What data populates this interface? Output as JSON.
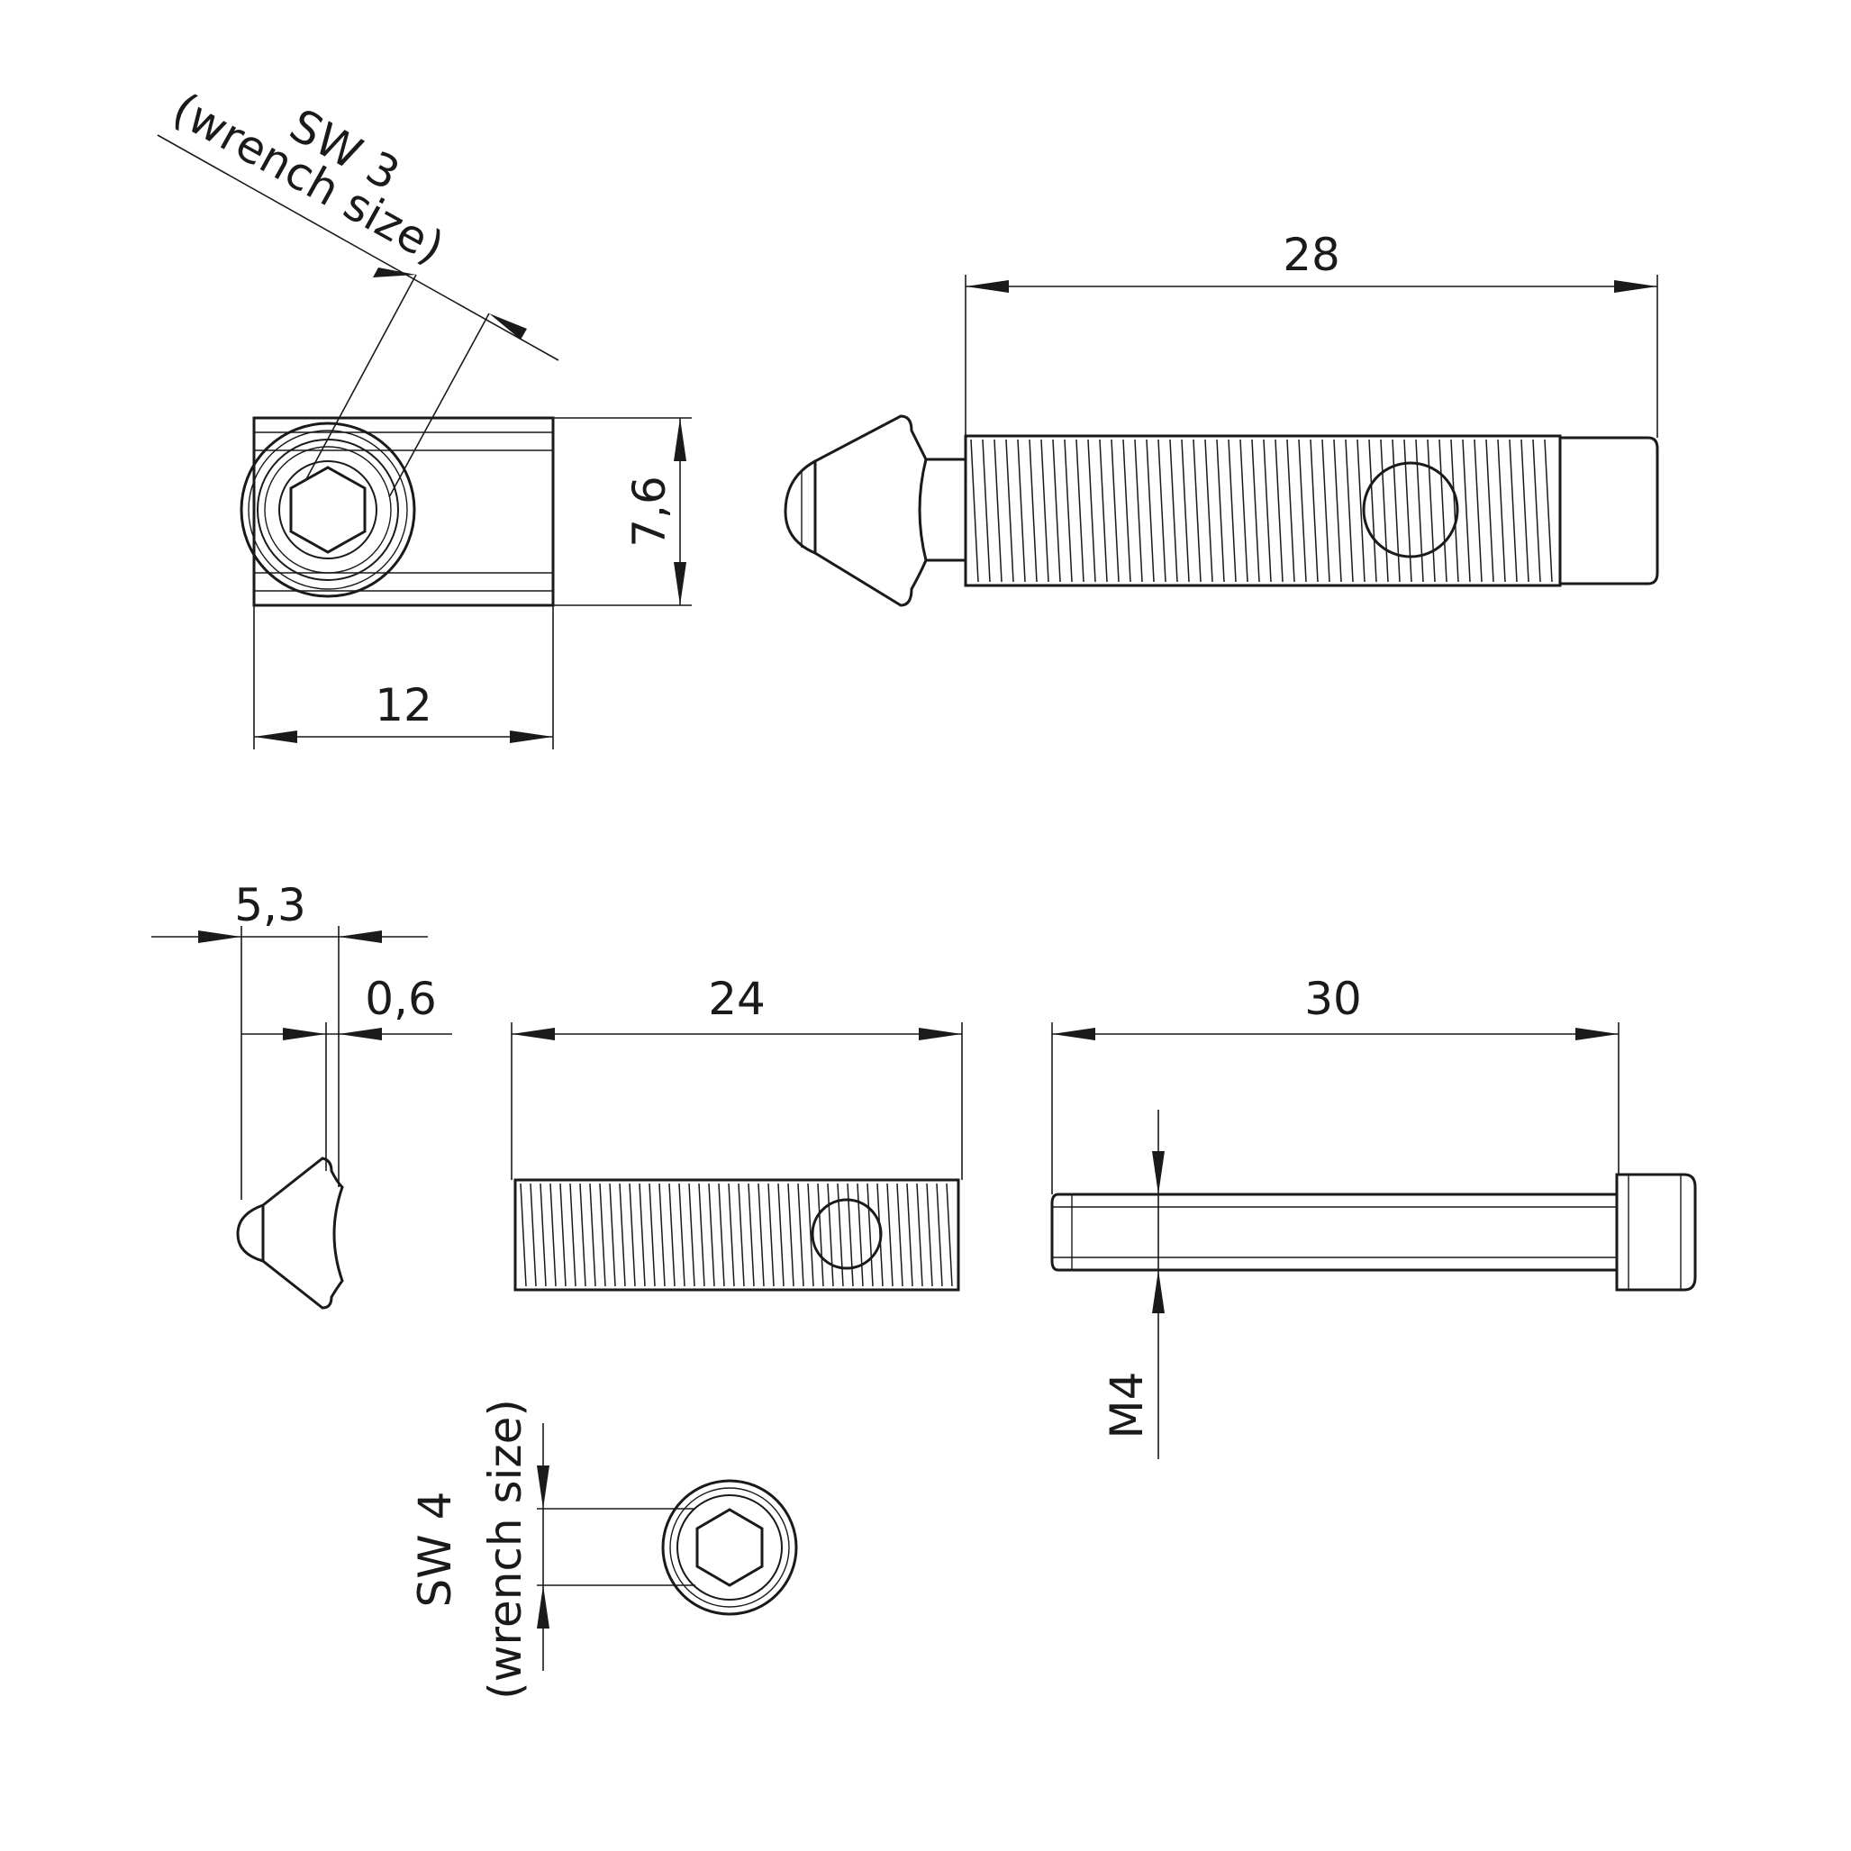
{
  "labels": {
    "sw3": "SW 3",
    "sw3_note": "(wrench size)",
    "width_12": "12",
    "height_7_6": "7,6",
    "length_28": "28",
    "width_5_3": "5,3",
    "offset_0_6": "0,6",
    "length_24": "24",
    "length_30": "30",
    "thread_m4": "M4",
    "sw4": "SW 4",
    "sw4_note": "(wrench size)"
  }
}
